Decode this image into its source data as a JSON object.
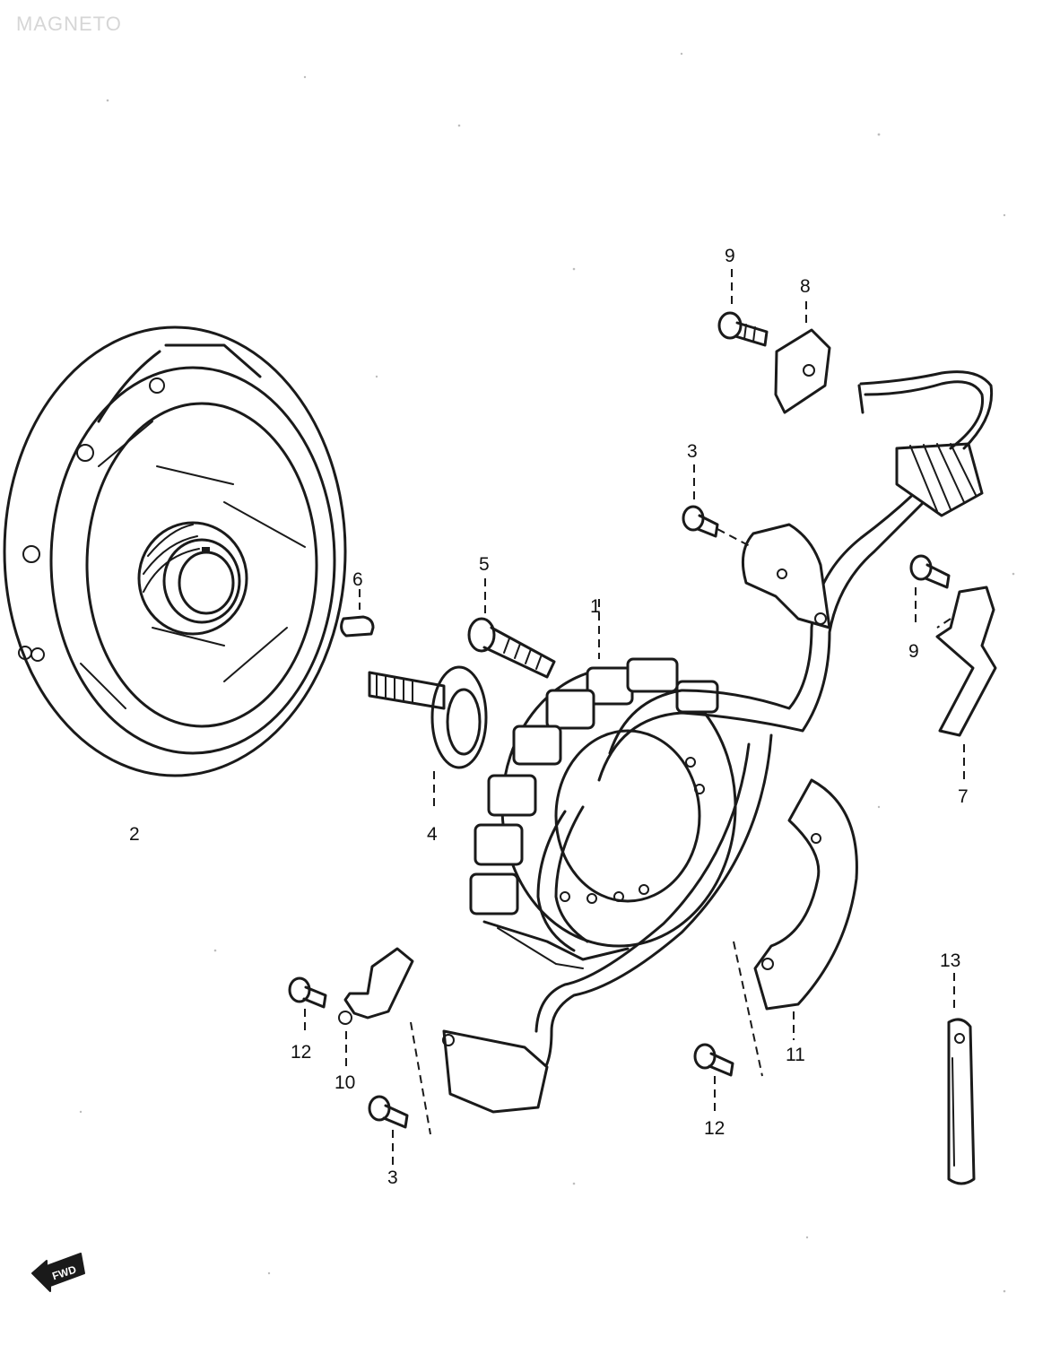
{
  "title": "MAGNETO",
  "direction_label": "FWD",
  "callouts": {
    "c1": "1",
    "c2": "2",
    "c3a": "3",
    "c3b": "3",
    "c4": "4",
    "c5": "5",
    "c6": "6",
    "c7": "7",
    "c8": "8",
    "c9a": "9",
    "c9b": "9",
    "c10": "10",
    "c11": "11",
    "c12a": "12",
    "c12b": "12",
    "c13": "13"
  }
}
